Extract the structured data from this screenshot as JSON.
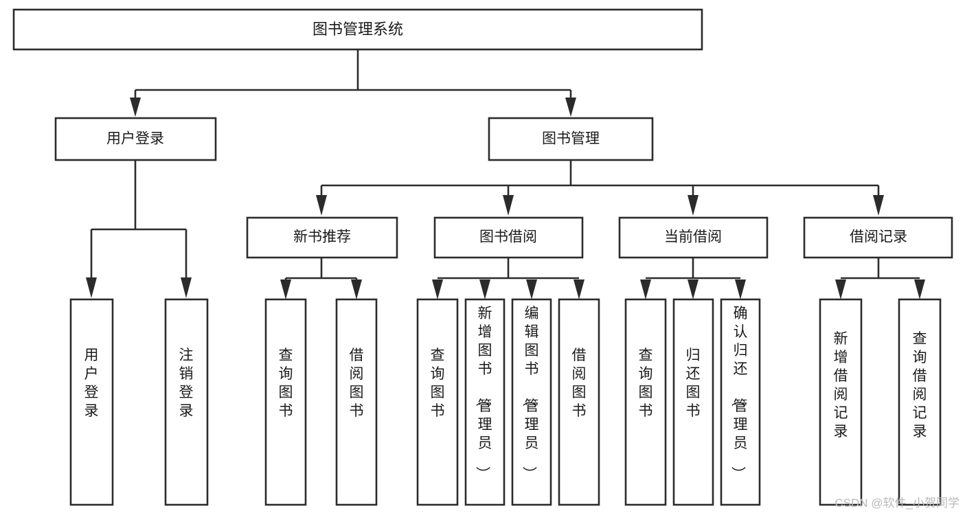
{
  "diagram": {
    "type": "tree-hierarchy",
    "title_node": {
      "label": "图书管理系统"
    },
    "level2": [
      {
        "label": "用户登录"
      },
      {
        "label": "图书管理"
      }
    ],
    "level3": [
      {
        "label": "新书推荐"
      },
      {
        "label": "图书借阅"
      },
      {
        "label": "当前借阅"
      },
      {
        "label": "借阅记录"
      }
    ],
    "leaves": {
      "user_login": [
        {
          "label": "用户登录"
        },
        {
          "label": "注销登录"
        }
      ],
      "new_book_recommend": [
        {
          "label": "查询图书"
        },
        {
          "label": "借阅图书"
        }
      ],
      "book_borrow": [
        {
          "label": "查询图书"
        },
        {
          "label": "新增图书（管理员）"
        },
        {
          "label": "编辑图书（管理员）"
        },
        {
          "label": "借阅图书"
        }
      ],
      "current_borrow": [
        {
          "label": "查询图书"
        },
        {
          "label": "归还图书"
        },
        {
          "label": "确认归还（管理员）"
        }
      ],
      "borrow_record": [
        {
          "label": "新增借阅记录"
        },
        {
          "label": "查询借阅记录"
        }
      ]
    }
  },
  "watermark": {
    "text": "CSDN @软件_小贺同学"
  },
  "colors": {
    "background": "#ffffff",
    "box_fill": "#ffffff",
    "line": "#2b2b2b",
    "text": "#1a1a1a",
    "watermark": "#b9b9b9"
  }
}
